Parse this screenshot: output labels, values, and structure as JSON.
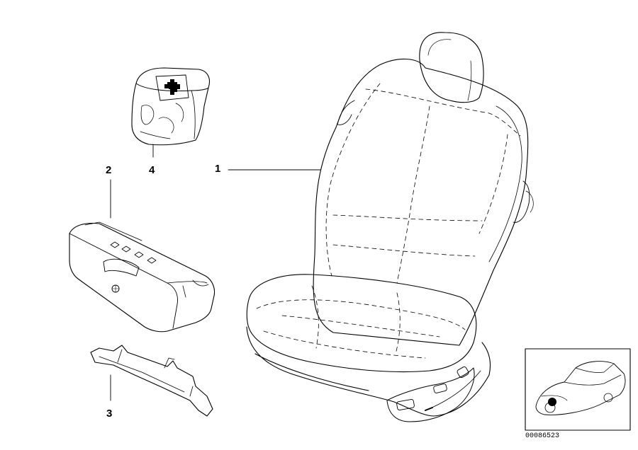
{
  "callouts": {
    "seat": "1",
    "storage_box": "2",
    "bracket": "3",
    "first_aid_kit": "4"
  },
  "reference_number": "00086523"
}
